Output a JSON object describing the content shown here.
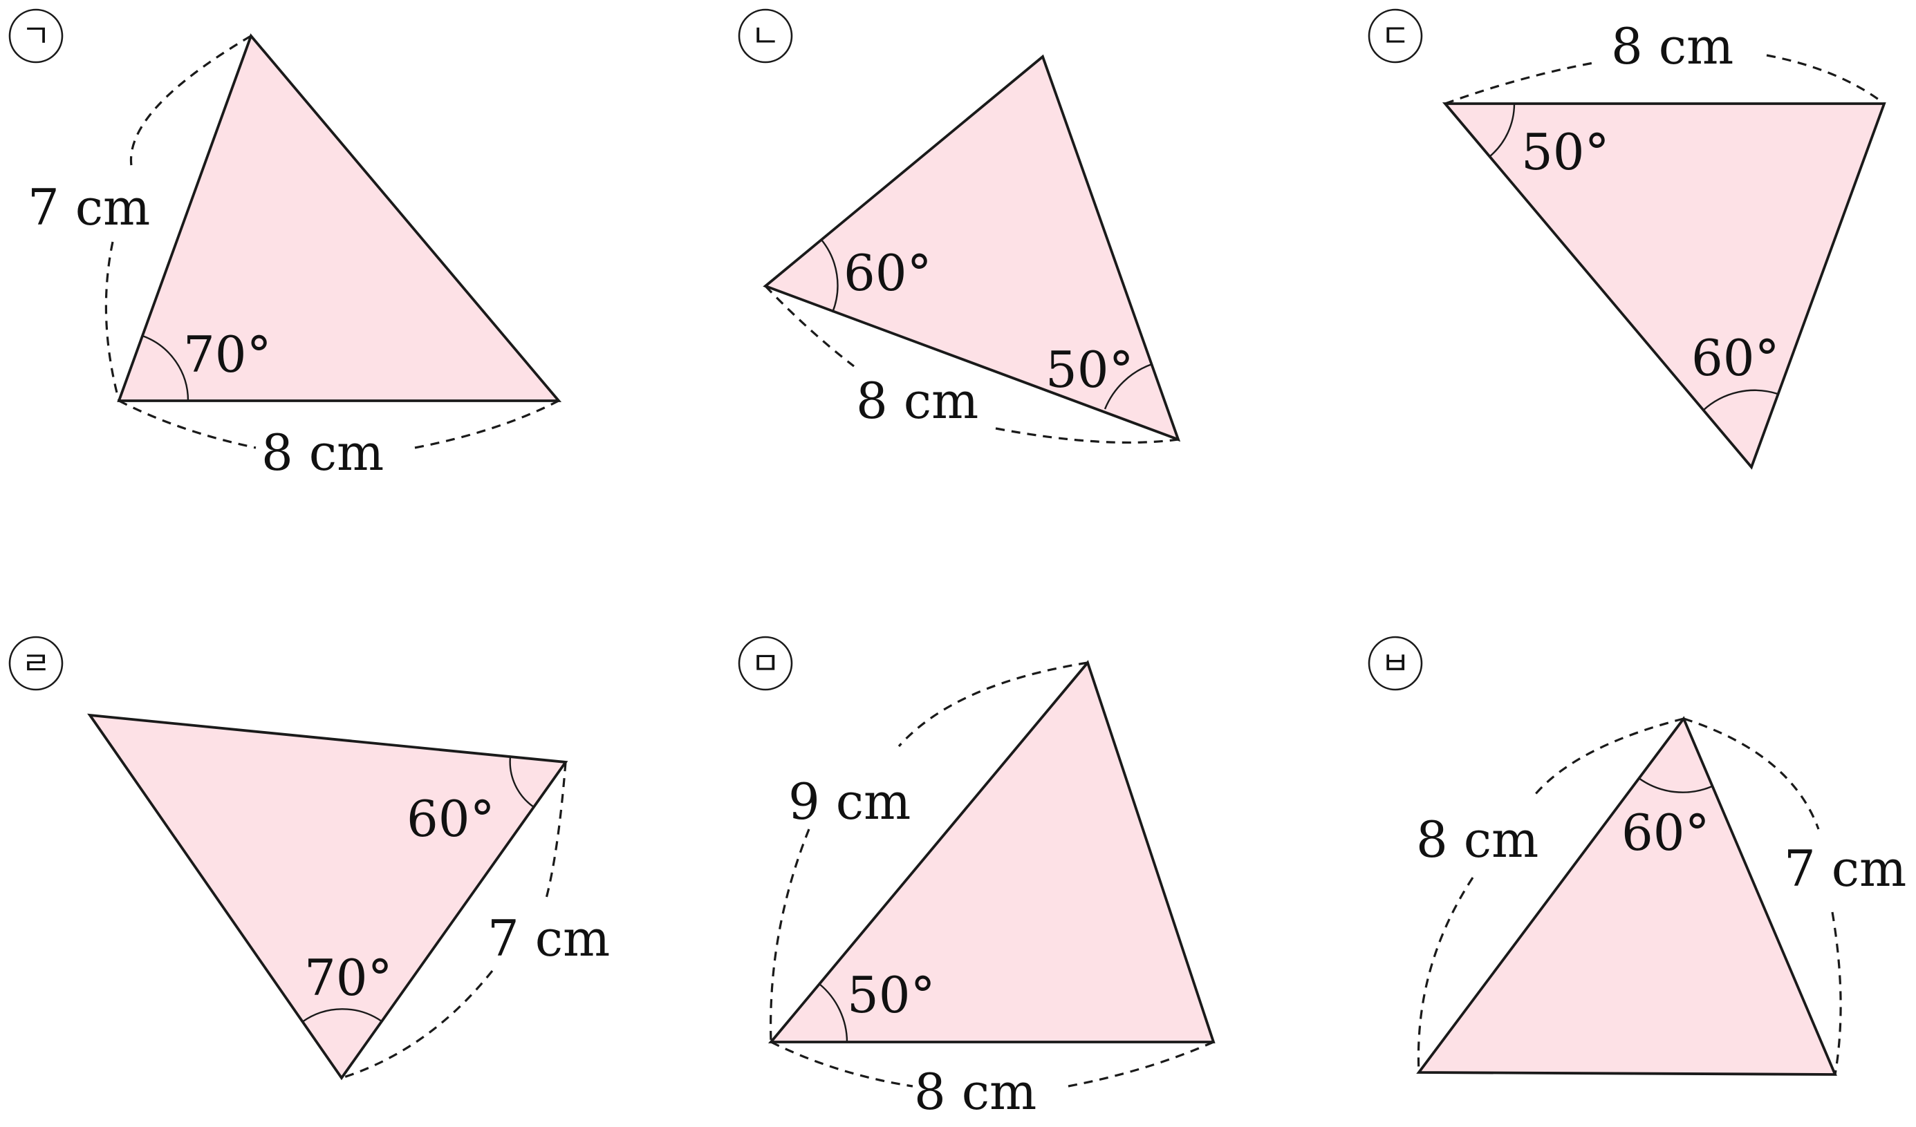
{
  "figures": [
    {
      "id": "a",
      "marker": "ㄱ",
      "side_labels": [
        "7 cm",
        "8 cm"
      ],
      "angle_labels": [
        "70°"
      ]
    },
    {
      "id": "b",
      "marker": "ㄴ",
      "side_labels": [
        "8 cm"
      ],
      "angle_labels": [
        "60°",
        "50°"
      ]
    },
    {
      "id": "c",
      "marker": "ㄷ",
      "side_labels": [
        "8 cm"
      ],
      "angle_labels": [
        "50°",
        "60°"
      ]
    },
    {
      "id": "d",
      "marker": "ㄹ",
      "side_labels": [
        "7 cm"
      ],
      "angle_labels": [
        "60°",
        "70°"
      ]
    },
    {
      "id": "e",
      "marker": "ㅁ",
      "side_labels": [
        "9 cm",
        "8 cm"
      ],
      "angle_labels": [
        "50°"
      ]
    },
    {
      "id": "f",
      "marker": "ㅂ",
      "side_labels": [
        "8 cm",
        "7 cm"
      ],
      "angle_labels": [
        "60°"
      ]
    }
  ],
  "colors": {
    "triangle_fill": "#fde1e6",
    "stroke": "#1a1a1a"
  }
}
